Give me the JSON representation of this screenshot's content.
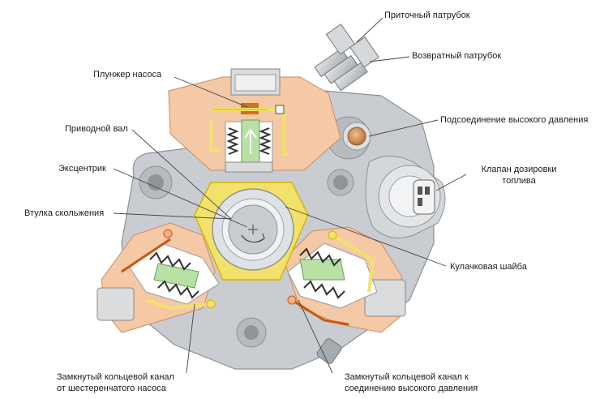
{
  "labels": {
    "intake_pipe": "Приточный патрубок",
    "return_pipe": "Возвратный патрубок",
    "plunger": "Плунжер насоса",
    "drive_shaft": "Приводной вал",
    "high_pressure_connection": "Подсоединение высокого давления",
    "eccentric": "Эксцентрик",
    "metering_valve_line1": "Клапан дозировки",
    "metering_valve_line2": "топлива",
    "slide_bushing": "Втулка скольжения",
    "cam_washer": "Кулачковая шайба",
    "ring_channel_gear_line1": "Замкнутый кольцевой канал",
    "ring_channel_gear_line2": "от шестеренчатого насоса",
    "ring_channel_hp_line1": "Замкнутый кольцевой канал к",
    "ring_channel_hp_line2": "соединению высокого давления"
  },
  "colors": {
    "housing": "#c9ccd0",
    "housing_dark": "#9ea3a8",
    "pump_section": "#f5c9a6",
    "fuel_yellow": "#f2e26b",
    "fuel_outline": "#d8b400",
    "plunger_green": "#b9e0a5",
    "orange_channel": "#c45a10",
    "leader": "#444444"
  }
}
